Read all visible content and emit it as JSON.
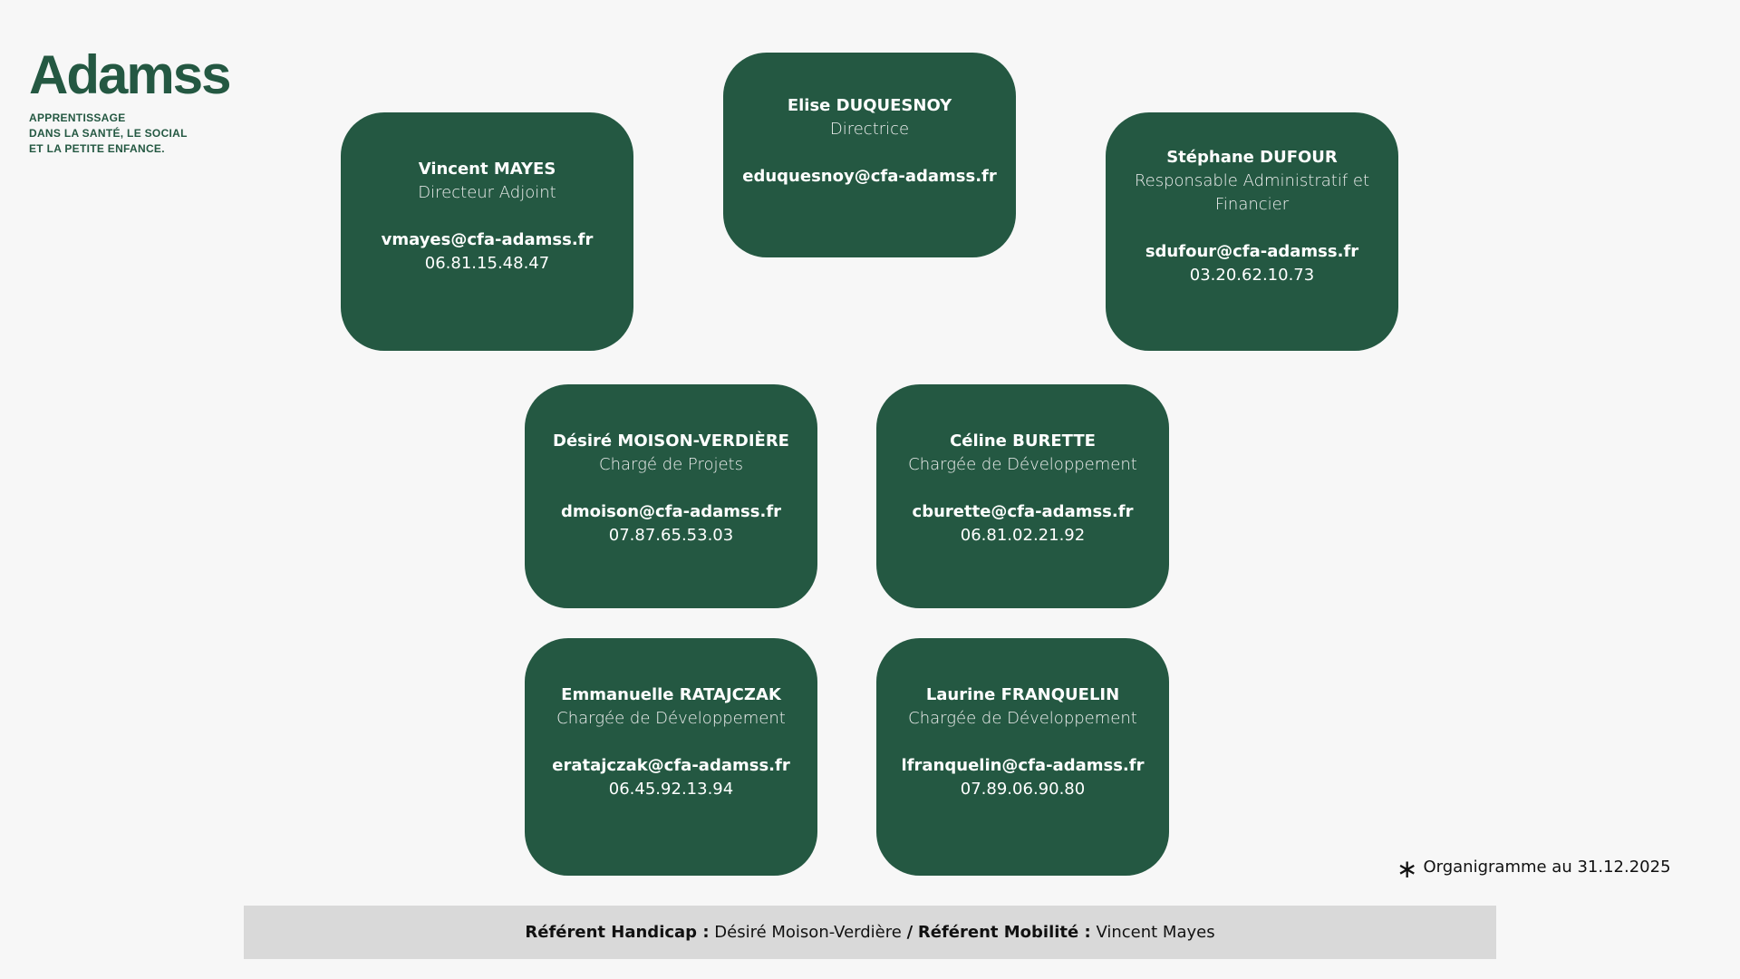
{
  "logo": {
    "name": "Adamss",
    "tagline": [
      "APPRENTISSAGE",
      "DANS LA SANTÉ, LE SOCIAL",
      "ET LA PETITE ENFANCE."
    ]
  },
  "cards": [
    {
      "name": "Elise DUQUESNOY",
      "role": "Directrice",
      "email": "eduquesnoy@cfa-adamss.fr",
      "phone": ""
    },
    {
      "name": "Vincent MAYES",
      "role": "Directeur Adjoint",
      "email": "vmayes@cfa-adamss.fr",
      "phone": "06.81.15.48.47"
    },
    {
      "name": "Stéphane DUFOUR",
      "role": "Responsable Administratif et Financier",
      "email": "sdufour@cfa-adamss.fr",
      "phone": "03.20.62.10.73"
    },
    {
      "name": "Désiré MOISON-VERDIÈRE",
      "role": "Chargé de Projets",
      "email": "dmoison@cfa-adamss.fr",
      "phone": "07.87.65.53.03"
    },
    {
      "name": "Céline BURETTE",
      "role": "Chargée de Développement",
      "email": "cburette@cfa-adamss.fr",
      "phone": "06.81.02.21.92"
    },
    {
      "name": "Emmanuelle RATAJCZAK",
      "role": "Chargée de Développement",
      "email": "eratajczak@cfa-adamss.fr",
      "phone": "06.45.92.13.94"
    },
    {
      "name": "Laurine FRANQUELIN",
      "role": "Chargée de Développement",
      "email": "lfranquelin@cfa-adamss.fr",
      "phone": "07.89.06.90.80"
    }
  ],
  "note": {
    "icon": "asterisk-icon",
    "symbol": "∗",
    "text": "Organigramme au 31.12.2025"
  },
  "footer": {
    "handicap_label": "Référent Handicap :",
    "handicap_name": "Désiré Moison-Verdière",
    "sep": "/",
    "mobilite_label": "Référent Mobilité :",
    "mobilite_name": "Vincent Mayes"
  },
  "colors": {
    "card": "#245842",
    "background": "#f7f7f7",
    "footer": "#d9d9d9"
  }
}
